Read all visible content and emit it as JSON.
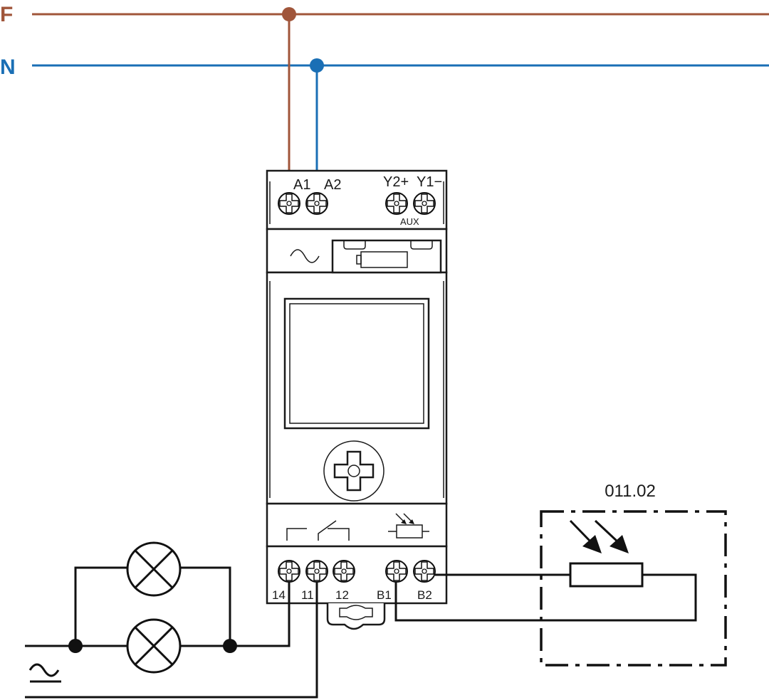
{
  "lines": {
    "phase": {
      "label": "F",
      "color": "#a0553a"
    },
    "neutral": {
      "label": "N",
      "color": "#1a6fb5"
    }
  },
  "device": {
    "top_terminals": [
      "A1",
      "A2",
      "Y2+",
      "Y1−"
    ],
    "aux_label": "AUX",
    "bottom_terminals": [
      "14",
      "11",
      "12",
      "B1",
      "B2"
    ],
    "supply_symbol": "~"
  },
  "sensor": {
    "label": "011.02"
  },
  "supply": {
    "symbol": "~"
  },
  "icons": [
    "screw-terminal-icon",
    "battery-icon",
    "contact-no-icon",
    "contact-changeover-icon",
    "photoresistor-icon",
    "lamp-icon",
    "ac-symbol-icon"
  ]
}
